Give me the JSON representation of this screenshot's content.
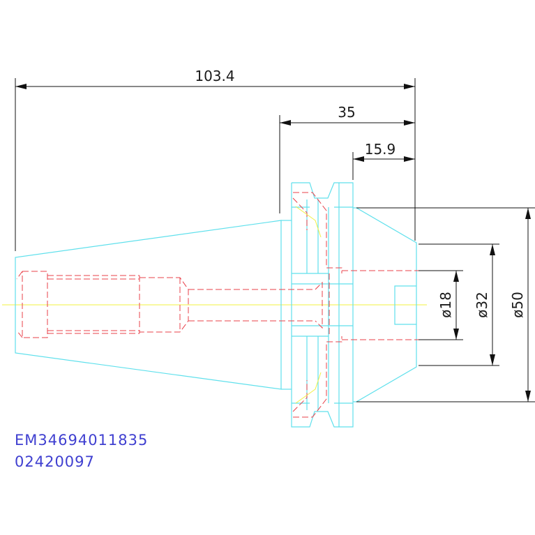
{
  "dimensions": {
    "overall_length": "103.4",
    "flange_to_face": "35",
    "face_depth": "15.9",
    "bore_diameter": "ø18",
    "neck_diameter": "ø32",
    "flange_diameter": "ø50"
  },
  "part_code": {
    "line1": "EM34694011835",
    "line2": "02420097"
  },
  "colors": {
    "outline": "#5fe0ec",
    "hidden_lines": "#e8404a",
    "center_line": "#f0f040",
    "dimension_lines": "#111111",
    "code_text": "#3f3fd0"
  }
}
